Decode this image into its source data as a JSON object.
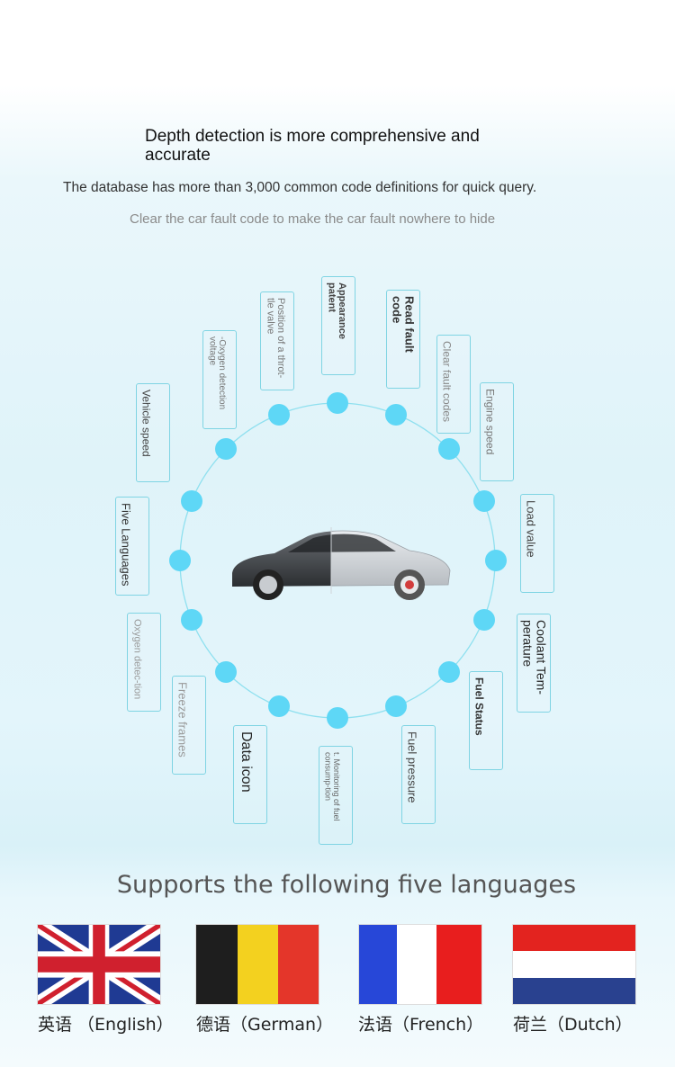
{
  "header": {
    "title": "Depth detection is more comprehensive and accurate",
    "subtitle": "The database has more than 3,000 common code definitions for quick query.",
    "tagline": "Clear the car fault code to make the car fault nowhere to hide"
  },
  "features": [
    {
      "label": "Appearance patent"
    },
    {
      "label": "Read fault code"
    },
    {
      "label": "Clear fault codes"
    },
    {
      "label": "Engine speed"
    },
    {
      "label": "Load value"
    },
    {
      "label": "Coolant Tem-perature"
    },
    {
      "label": "Fuel Status"
    },
    {
      "label": "Fuel pressure"
    },
    {
      "label": "t. Monitoring of fuel consump-tion"
    },
    {
      "label": "Data icon"
    },
    {
      "label": "Freeze frames"
    },
    {
      "label": "Oxygen detec-tion"
    },
    {
      "label": "Five Languages"
    },
    {
      "label": "Vehicle speed"
    },
    {
      "label": "-Oxygen detection voltage"
    },
    {
      "label": "Position of a throt-tle valve"
    }
  ],
  "languages": {
    "title": "Supports the following five languages",
    "items": [
      {
        "label": "英语 （English）",
        "flag": "uk-flag"
      },
      {
        "label": "德语（German）",
        "flag": "belgium-flag"
      },
      {
        "label": "法语（French）",
        "flag": "france-flag"
      },
      {
        "label": "荷兰（Dutch）",
        "flag": "netherlands-flag"
      }
    ]
  },
  "colors": {
    "accent_cyan": "#5ed7f6",
    "tag_border": "#7fd4e3"
  }
}
